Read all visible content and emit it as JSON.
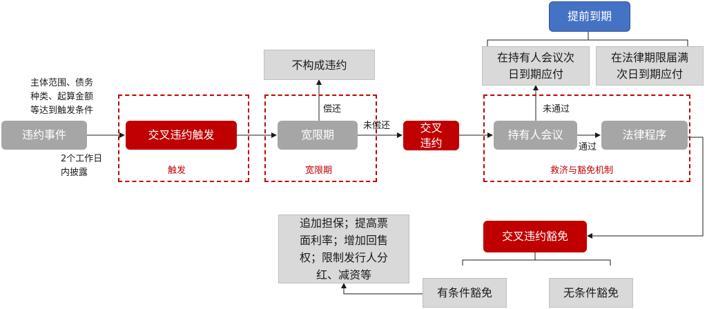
{
  "nodes": {
    "event": "违约事件",
    "cross_trigger": "交叉违约触发",
    "grace": "宽限期",
    "no_default": "不构成违约",
    "cross_default_1": "交叉",
    "cross_default_2": "违约",
    "holder_meeting": "持有人会议",
    "legal": "法律程序",
    "accelerate": "提前到期",
    "pay_holder_1": "在持有人会议次",
    "pay_holder_2": "日到期应付",
    "pay_legal_1": "在法律期限届满",
    "pay_legal_2": "次日到期应付",
    "waiver": "交叉违约豁免",
    "cond_waiver": "有条件豁免",
    "uncond_waiver": "无条件豁免",
    "conditions": [
      "追加担保；提高票",
      "面利率；增加回售",
      "权；限制发行人分",
      "红、减资等"
    ]
  },
  "labels": {
    "trigger_cond": [
      "主体范围、债务",
      "种类、起算金额",
      "等达到触发条件"
    ],
    "disclose": [
      "2个工作日",
      "内披露"
    ],
    "repay": "偿还",
    "not_repay": "未偿还",
    "not_pass": "未通过",
    "pass": "通过"
  },
  "groups": {
    "trigger": "触发",
    "grace": "宽限期",
    "remedy": "救济与豁免机制"
  }
}
